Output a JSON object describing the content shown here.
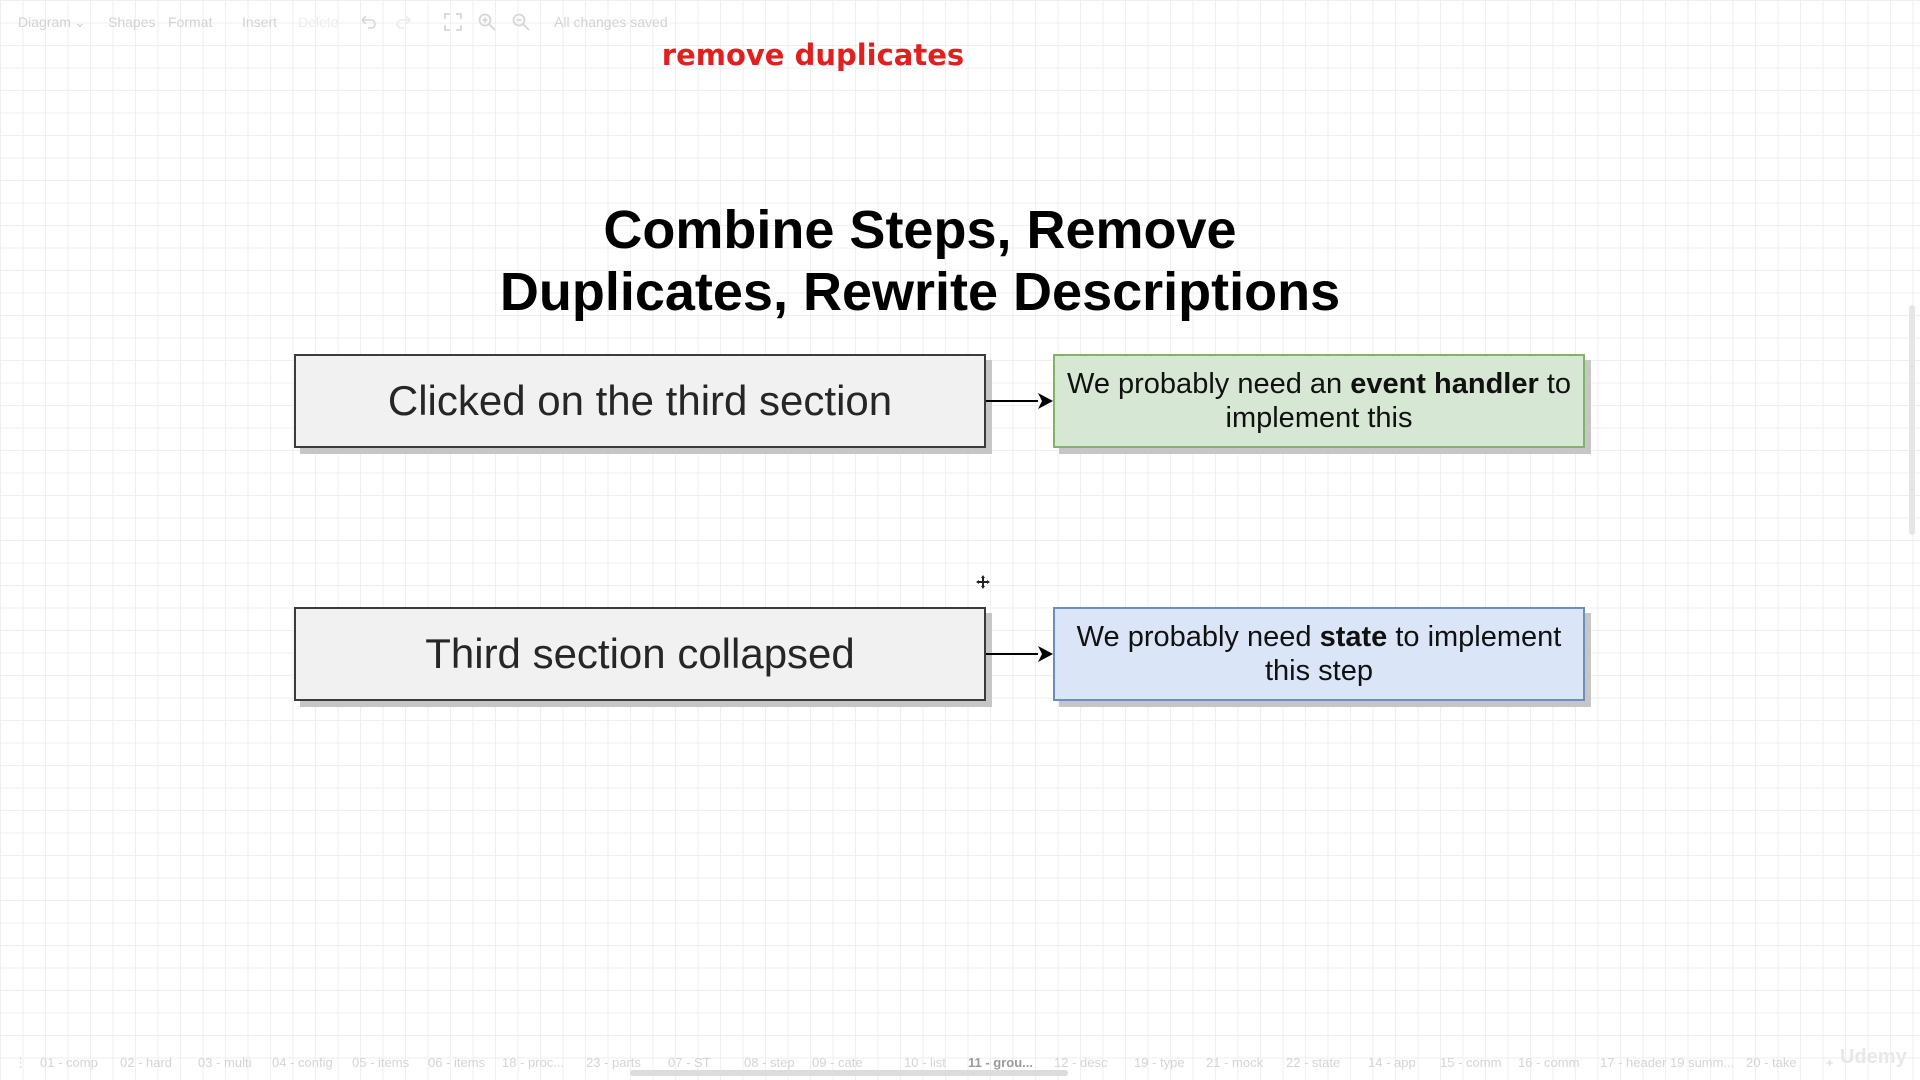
{
  "toolbar": {
    "diagram_menu": "Diagram",
    "shapes": "Shapes",
    "format": "Format",
    "insert": "Insert",
    "delete": "Delete",
    "status": "All changes saved",
    "icons": [
      "undo-icon",
      "redo-icon",
      "fullscreen-icon",
      "zoom-in-icon",
      "zoom-out-icon"
    ]
  },
  "annotation": "remove duplicates",
  "slide": {
    "title_line1": "Combine Steps, Remove",
    "title_line2": "Duplicates, Rewrite Descriptions"
  },
  "rows": [
    {
      "event": "Clicked on the third section",
      "note_pre": "We probably need an ",
      "note_bold": "event handler",
      "note_post": " to implement this",
      "note_color": "#d6e8d3"
    },
    {
      "event": "Third section collapsed",
      "note_pre": "We probably need ",
      "note_bold": "state",
      "note_post": " to implement this step",
      "note_color": "#dae6f7"
    }
  ],
  "tabs": [
    "01 - comp",
    "02 - hard",
    "03 - multi",
    "04 - config",
    "05 - items",
    "06 - items",
    "18 - proc...",
    "23 - parts",
    "07 - ST",
    "08 - step",
    "09 - cate",
    "10 - list",
    "11 - grou...",
    "12 - desc",
    "19 - type",
    "21 - mock",
    "22 - state",
    "14 - app",
    "15 - comm",
    "16 - comm",
    "17 - header",
    "19 summ...",
    "20 - take"
  ],
  "active_tab": "11 - grou...",
  "watermark": "Udemy",
  "colors": {
    "annotation": "#e0201f",
    "green_note": "#d6e8d3",
    "blue_note": "#dae6f7"
  }
}
